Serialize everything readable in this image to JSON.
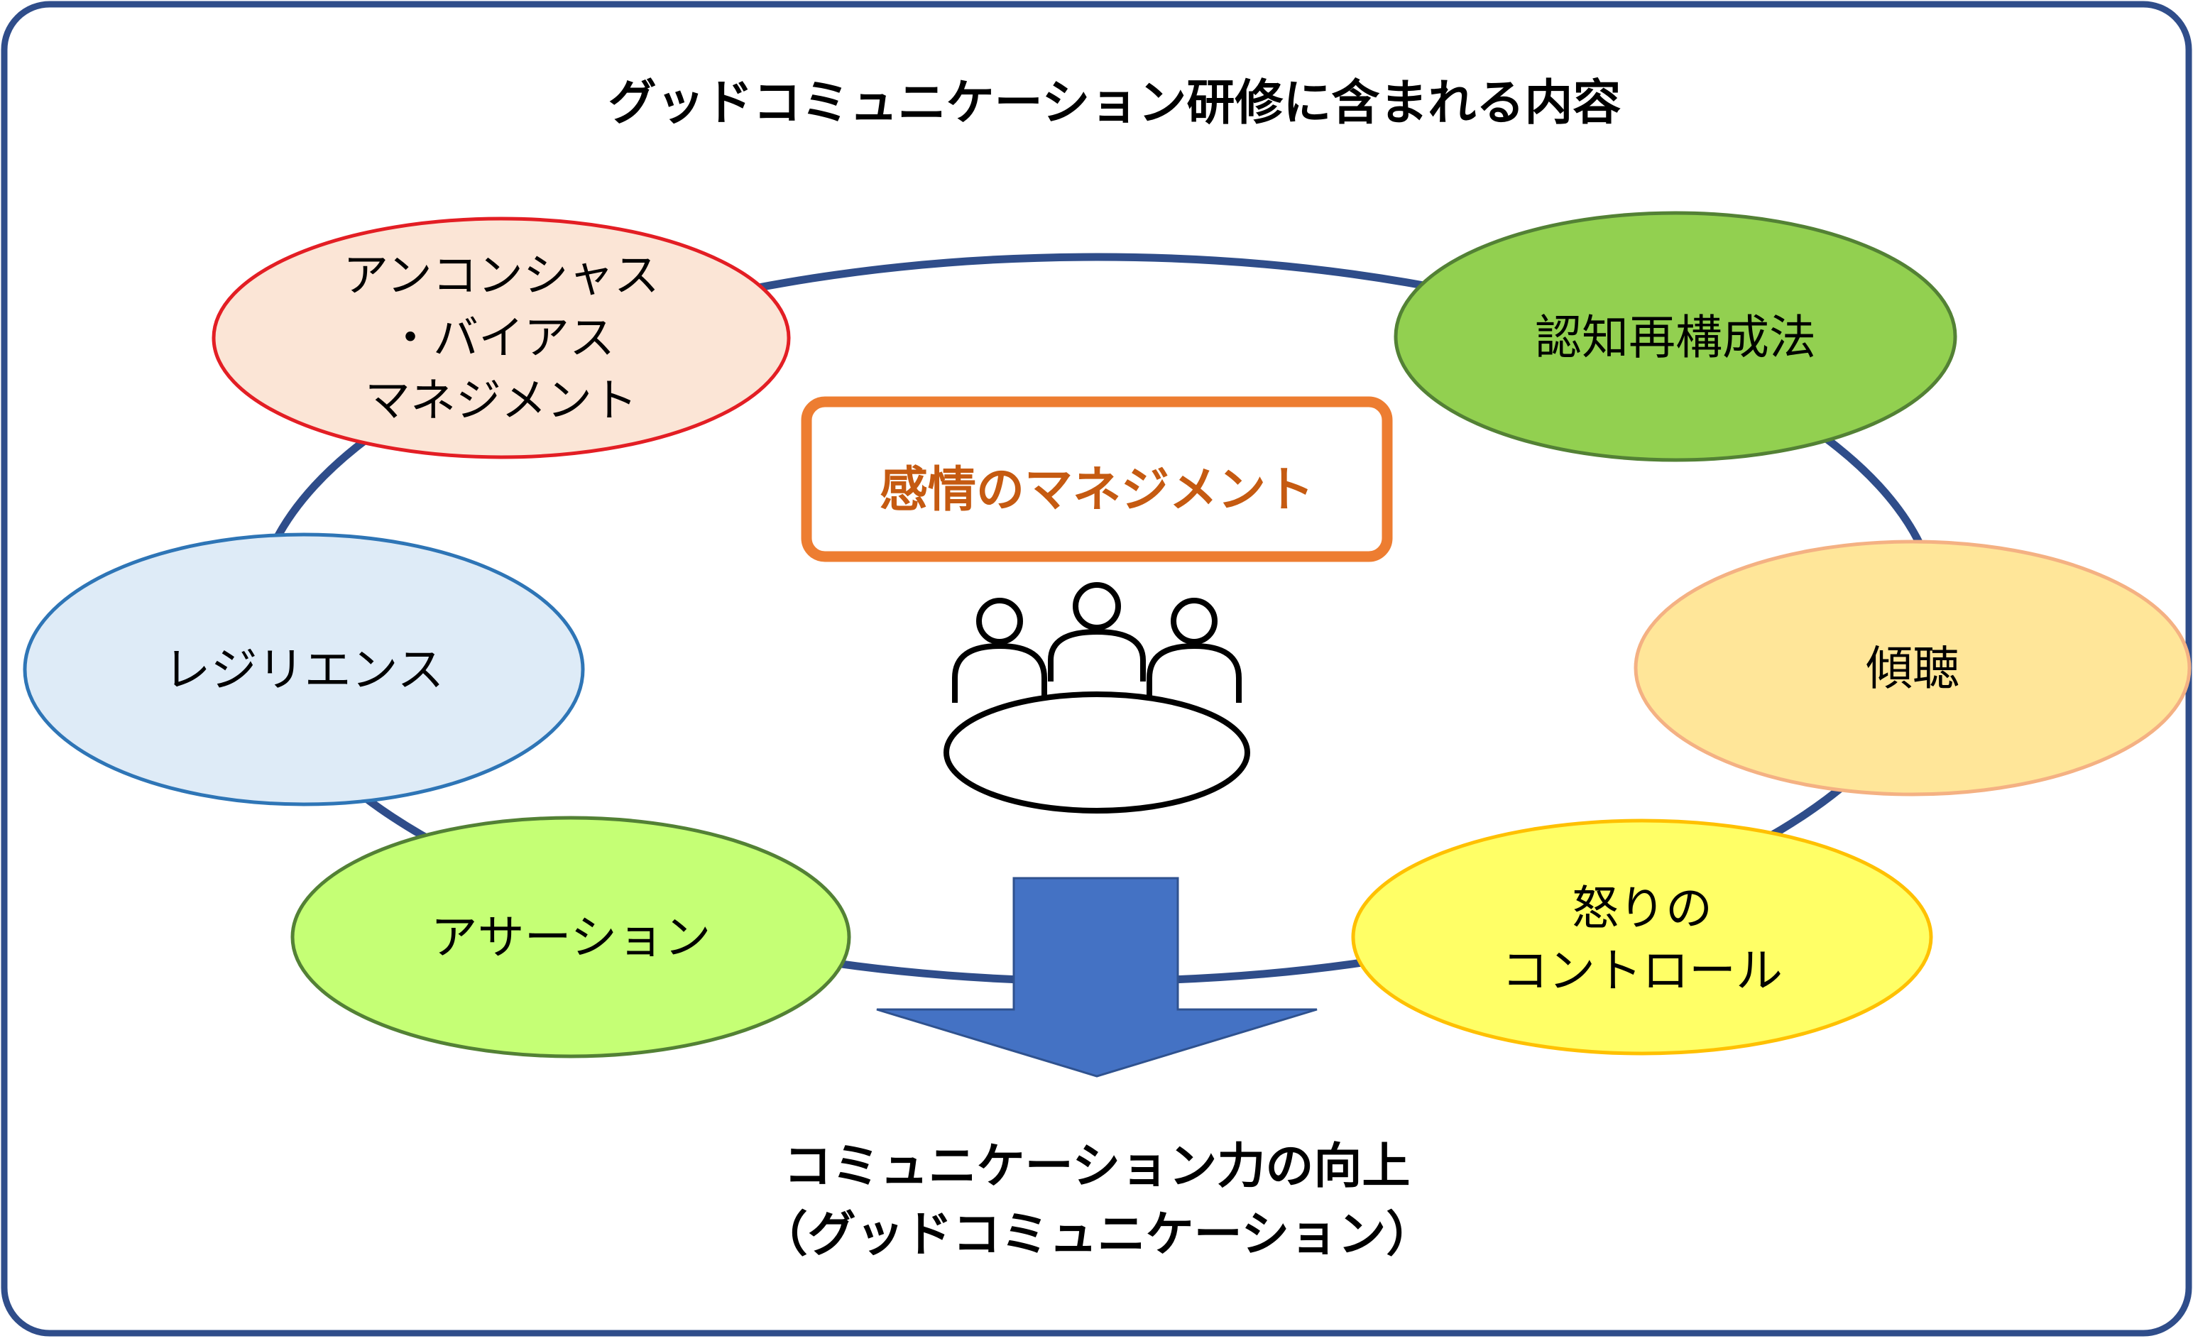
{
  "title": "グッドコミュニケーション研修に含まれる内容",
  "center_label": "感情のマネジメント",
  "bottom": {
    "line1": "コミュニケーション力の向上",
    "line2": "（グッドコミュニケーション）"
  },
  "topics": [
    {
      "key": "unconscious-bias",
      "lines": [
        "アンコンシャス",
        "・バイアス",
        "マネジメント"
      ],
      "fill": "#FBE5D6",
      "stroke": "#E31E24"
    },
    {
      "key": "cognitive-restructuring",
      "lines": [
        "認知再構成法"
      ],
      "fill": "#92D050",
      "stroke": "#538135"
    },
    {
      "key": "resilience",
      "lines": [
        "レジリエンス"
      ],
      "fill": "#DEEBF7",
      "stroke": "#2E75B6"
    },
    {
      "key": "active-listening",
      "lines": [
        "傾聴"
      ],
      "fill": "#FFE699",
      "stroke": "#F4B183"
    },
    {
      "key": "assertion",
      "lines": [
        "アサーション"
      ],
      "fill": "#C5FF75",
      "stroke": "#538135"
    },
    {
      "key": "anger-control",
      "lines": [
        "怒りの",
        "コントロール"
      ],
      "fill": "#FFFF66",
      "stroke": "#FFC000"
    }
  ],
  "colors": {
    "frame": "#2F4D8A",
    "ring": "#2F4D8A",
    "center_box": "#ED7D31",
    "center_text": "#C55A11",
    "arrow": "#4472C4",
    "arrow_stroke": "#2F528F",
    "text": "#000000"
  },
  "icons": {
    "meeting": "people-around-table-icon",
    "arrow": "down-arrow-icon"
  }
}
